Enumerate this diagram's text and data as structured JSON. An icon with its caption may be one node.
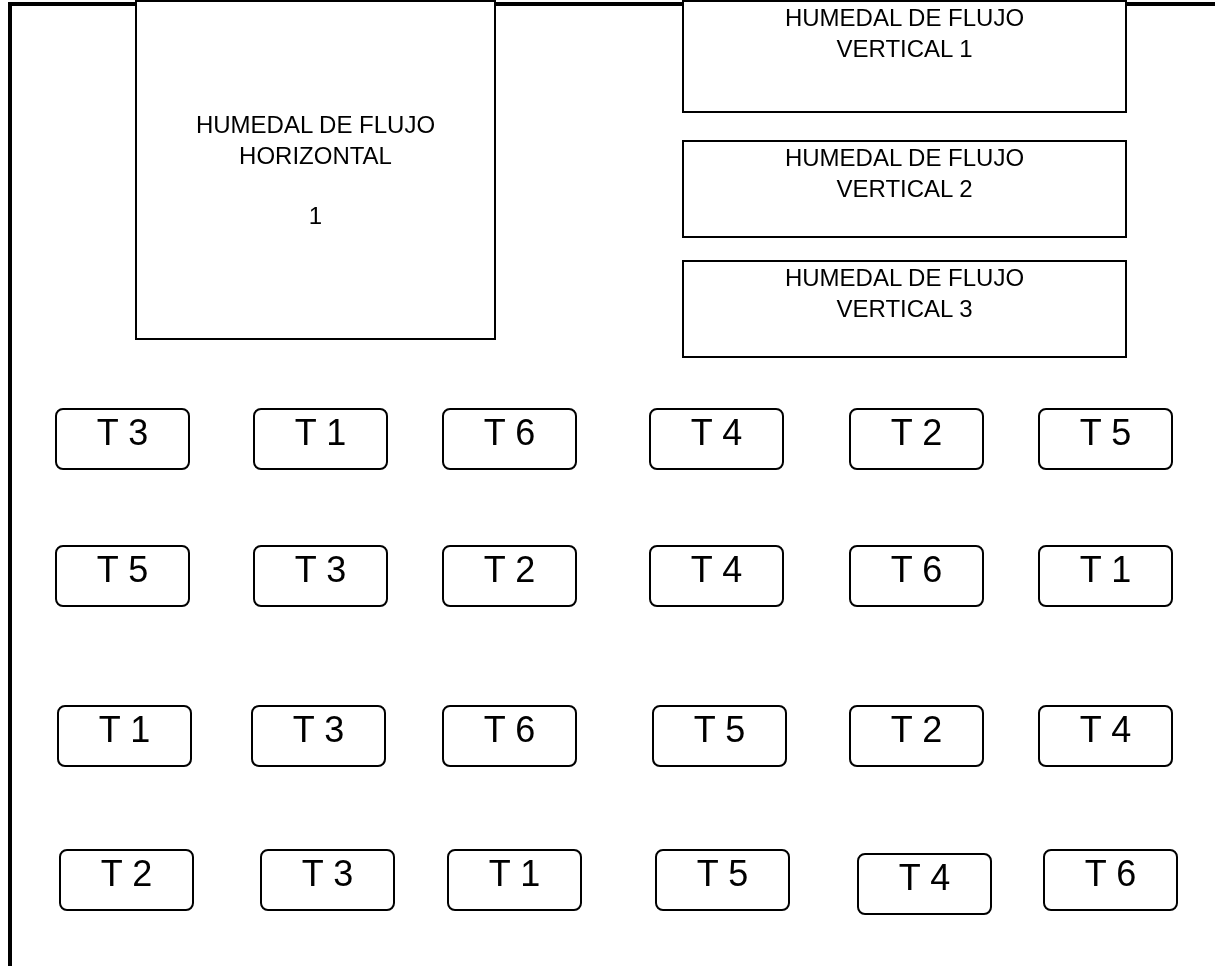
{
  "diagram": {
    "nodes": [
      {
        "text": [
          "HUMEDAL DE FLUJO HORIZONTAL",
          "1"
        ]
      },
      {
        "text": [
          "HUMEDAL DE FLUJO VERTICAL 1"
        ]
      },
      {
        "text": [
          "HUMEDAL DE FLUJO VERTICAL 2"
        ]
      },
      {
        "text": [
          "HUMEDAL DE FLUJO VERTICAL 3"
        ]
      },
      {
        "text": [
          "T 3"
        ]
      },
      {
        "text": [
          "T 1"
        ]
      },
      {
        "text": [
          "T 6"
        ]
      },
      {
        "text": [
          "T 4"
        ]
      },
      {
        "text": [
          "T 2"
        ]
      },
      {
        "text": [
          "T 5"
        ]
      },
      {
        "text": [
          "T 5"
        ]
      },
      {
        "text": [
          "T 3"
        ]
      },
      {
        "text": [
          "T 2"
        ]
      },
      {
        "text": [
          "T 4"
        ]
      },
      {
        "text": [
          "T 6"
        ]
      },
      {
        "text": [
          "T 1"
        ]
      },
      {
        "text": [
          "T 1"
        ]
      },
      {
        "text": [
          "T 3"
        ]
      },
      {
        "text": [
          "T 6"
        ]
      },
      {
        "text": [
          "T 5"
        ]
      },
      {
        "text": [
          "T 2"
        ]
      },
      {
        "text": [
          "T 4"
        ]
      },
      {
        "text": [
          "T 2"
        ]
      },
      {
        "text": [
          "T 3"
        ]
      },
      {
        "text": [
          "T 1"
        ]
      },
      {
        "text": [
          "T 5"
        ]
      },
      {
        "text": [
          "T 4"
        ]
      },
      {
        "text": [
          "T 6"
        ]
      }
    ],
    "edges": []
  }
}
